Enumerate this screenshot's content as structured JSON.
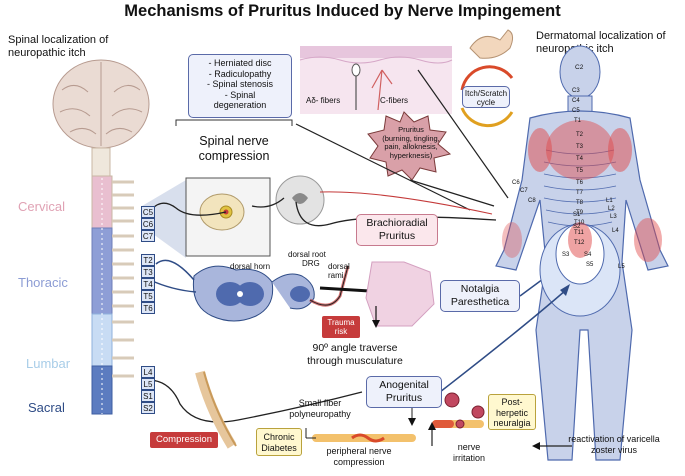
{
  "title": "Mechanisms of Pruritus Induced by Nerve Impingement",
  "left_heading": [
    "Spinal localization of",
    "neuropathic itch"
  ],
  "right_heading": [
    "Dermatomal localization of",
    "neuropathic itch"
  ],
  "regions": {
    "cervical": "Cervical",
    "thoracic": "Thoracic",
    "lumbar": "Lumbar",
    "sacral": "Sacral"
  },
  "segments": [
    "C5",
    "C6",
    "C7",
    "T2",
    "T3",
    "T4",
    "T5",
    "T6",
    "L4",
    "L5",
    "S1",
    "S2"
  ],
  "causes": [
    "- Herniated disc",
    "- Radiculopathy",
    "- Spinal stenosis",
    "- Spinal",
    "degeneration"
  ],
  "spinal_compression": [
    "Spinal nerve",
    "compression"
  ],
  "skin": {
    "a_delta": "Aδ- fibers",
    "c_fibers": "C-fibers"
  },
  "pruritus_burst": [
    "Pruritus",
    "(burning, tingling,",
    "pain, alloknesis,",
    "hyperknesis)"
  ],
  "itch_cycle": [
    "Itch/Scratch",
    "cycle"
  ],
  "brachioradial": [
    "Brachioradial",
    "Pruritus"
  ],
  "cross_section": {
    "dorsal_horn": "dorsal horn",
    "dorsal_root": "dorsal root",
    "drg": "DRG",
    "dorsal_rami": [
      "dorsal",
      "rami"
    ]
  },
  "notalgia": [
    "Notalgia",
    "Paresthetica"
  ],
  "trauma": [
    "Trauma",
    "risk"
  ],
  "angle_text": [
    "90º angle traverse",
    "through musculature"
  ],
  "anogenital": [
    "Anogenital",
    "Pruritus"
  ],
  "small_fiber": [
    "Small fiber",
    "polyneuropathy"
  ],
  "chronic_diabetes": [
    "Chronic",
    "Diabetes"
  ],
  "peripheral": [
    "peripheral nerve",
    "compression"
  ],
  "compression": "Compression",
  "post_herpetic": [
    "Post-",
    "herpetic",
    "neuralgia"
  ],
  "nerve_irritation": [
    "nerve",
    "irritation"
  ],
  "varicella": [
    "reactivation of varicella",
    "zoster virus"
  ],
  "dermatome_labels": [
    "C2",
    "C3",
    "C4",
    "C5",
    "T1",
    "T2",
    "T3",
    "T4",
    "T5",
    "T6",
    "T7",
    "T8",
    "T9",
    "T10",
    "T11",
    "T12",
    "L1",
    "L2",
    "L3",
    "L4",
    "L5",
    "C6",
    "C7",
    "C8",
    "S1",
    "S2",
    "S3",
    "S4",
    "S5"
  ],
  "colors": {
    "nerve_blue": "#2f4c86",
    "red": "#c63b3b",
    "pink": "#fbe7ec",
    "bone": "#efe7dc"
  }
}
